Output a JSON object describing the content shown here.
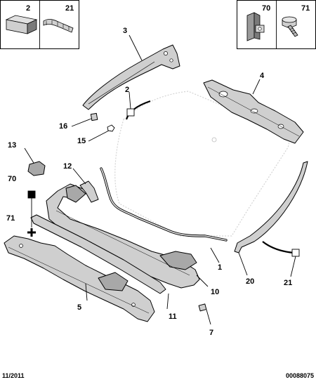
{
  "insets": {
    "left": [
      {
        "number": "2",
        "icon": "adhesive-block"
      },
      {
        "number": "21",
        "icon": "bead-applicator"
      }
    ],
    "right": [
      {
        "number": "70",
        "icon": "clip-nut"
      },
      {
        "number": "71",
        "icon": "screw"
      }
    ]
  },
  "callouts": {
    "c1": "1",
    "c2": "2",
    "c3": "3",
    "c4": "4",
    "c5": "5",
    "c7": "7",
    "c10": "10",
    "c11": "11",
    "c12": "12",
    "c13": "13",
    "c15": "15",
    "c16": "16",
    "c20": "20",
    "c21": "21",
    "c70": "70",
    "c71": "71"
  },
  "footer": {
    "date": "11/2011",
    "reference": "00088075"
  },
  "colors": {
    "part_fill": "#cfcfcf",
    "part_dark": "#a8a8a8",
    "outline": "#000000"
  }
}
